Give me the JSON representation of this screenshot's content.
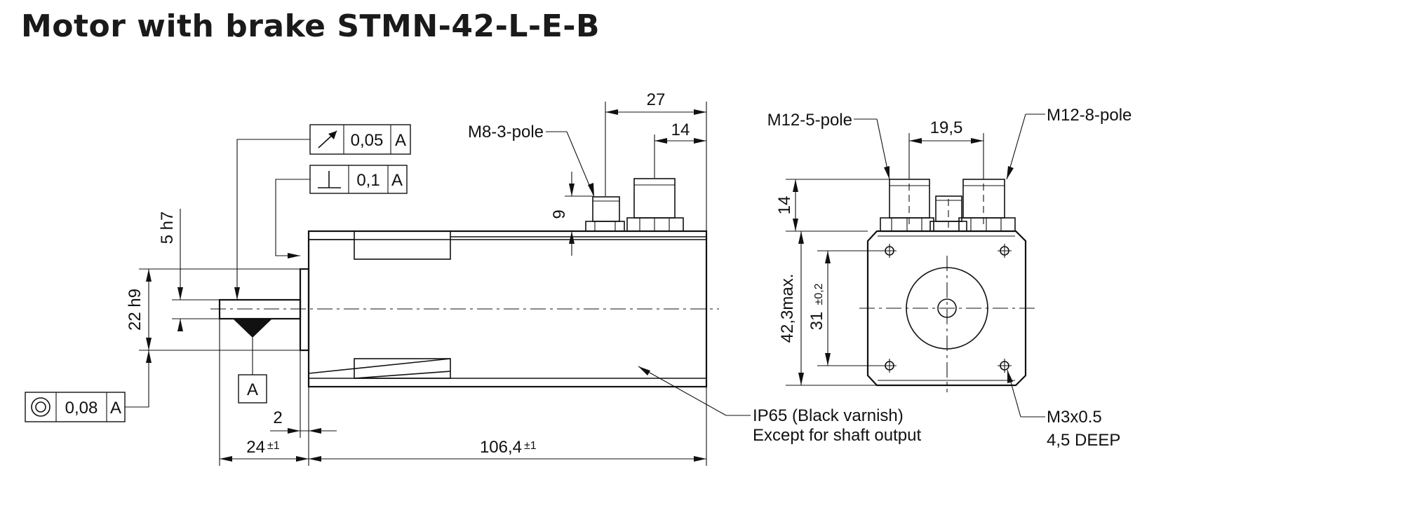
{
  "title": "Motor with brake STMN-42-L-E-B",
  "side_view": {
    "dims": {
      "d27": "27",
      "d14": "14",
      "d9": "9",
      "d5h7": "5 h7",
      "d22h9": "22 h9",
      "d2": "2",
      "d24": "24",
      "d24_tol": "±1",
      "d106": "106,4",
      "d106_tol": "±1"
    },
    "callouts": {
      "m8": "M8-3-pole",
      "ip65": "IP65 (Black varnish)",
      "except": "Except for shaft output"
    },
    "tolerances": {
      "runout_value": "0,05",
      "runout_datum": "A",
      "perp_value": "0,1",
      "perp_datum": "A",
      "conc_value": "0,08",
      "conc_datum": "A"
    },
    "datum_label": "A"
  },
  "end_view": {
    "dims": {
      "d19_5": "19,5",
      "d14": "14",
      "d42_3": "42,3max.",
      "d31": "31",
      "d31_tol": "±0,2"
    },
    "callouts": {
      "m12_5": "M12-5-pole",
      "m12_8": "M12-8-pole",
      "m3": "M3x0.5",
      "deep": "4,5 DEEP"
    }
  }
}
